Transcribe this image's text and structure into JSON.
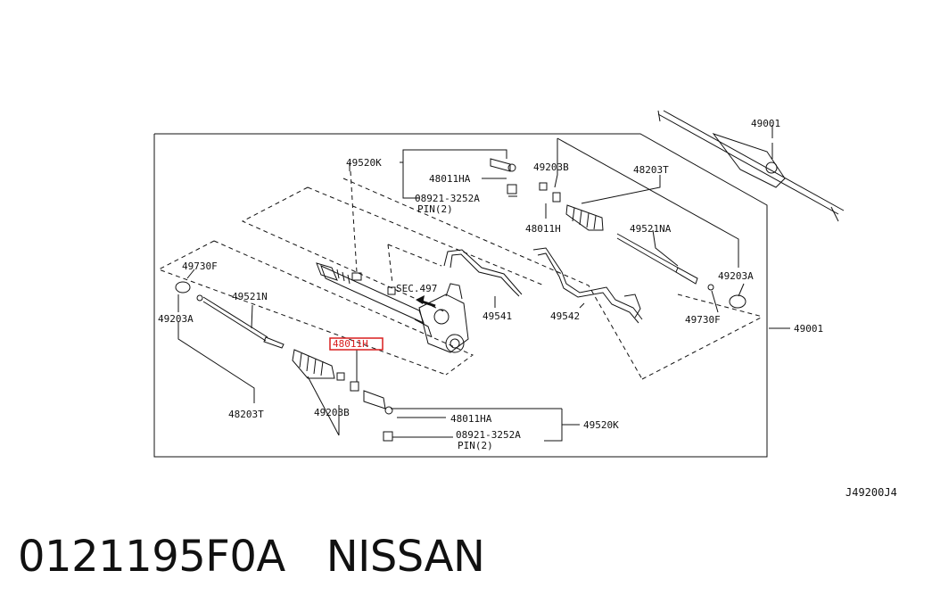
{
  "diagram": {
    "labels": {
      "p49520K_top": "49520K",
      "p48011HA_top": "48011HA",
      "p08921_top": "08921-3252A",
      "pin_top": "PIN(2)",
      "p49203B_top": "49203B",
      "p48203T_top": "48203T",
      "p48011H_top": "48011H",
      "p49521NA": "49521NA",
      "p49203A_right": "49203A",
      "p49730F_right": "49730F",
      "p49001_box": "49001",
      "p49001_top": "49001",
      "p49730F_left": "49730F",
      "p49521N": "49521N",
      "p49203A_left": "49203A",
      "sec497": "SEC.497",
      "p49541": "49541",
      "p49542": "49542",
      "p48011H_highlight": "48011H",
      "p48203T_bottom": "48203T",
      "p49203B_bottom": "49203B",
      "p48011HA_bottom": "48011HA",
      "p49520K_bottom": "49520K",
      "p08921_bottom": "08921-3252A",
      "pin_bottom": "PIN(2)"
    },
    "diagram_code": "J49200J4",
    "highlight_color": "#d81e1e"
  },
  "footer": {
    "part_number": "0121195F0A",
    "brand": "NISSAN"
  }
}
